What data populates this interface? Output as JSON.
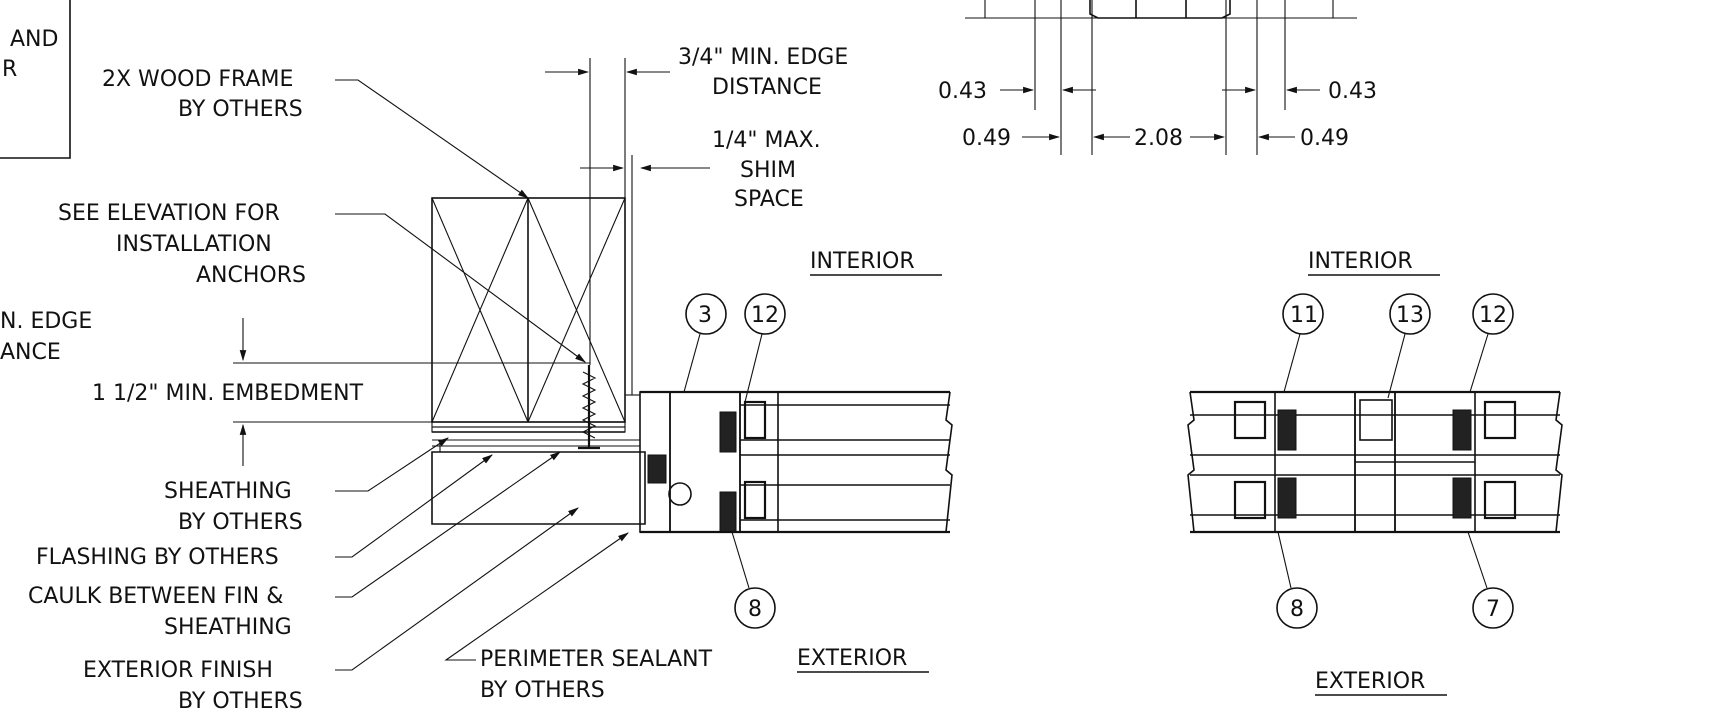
{
  "left_detail": {
    "notes": {
      "corner_top": "AND",
      "corner_top_2": "R",
      "wood_frame": [
        "2X WOOD FRAME",
        "BY OTHERS"
      ],
      "edge_distance": [
        "3/4\" MIN. EDGE",
        "DISTANCE"
      ],
      "shim_space": [
        "1/4\" MAX.",
        "SHIM",
        "SPACE"
      ],
      "see_elevation": [
        "SEE ELEVATION FOR",
        "INSTALLATION",
        "ANCHORS"
      ],
      "partial_edge": [
        "N. EDGE",
        "ANCE"
      ],
      "embedment": "1 1/2\" MIN. EMBEDMENT",
      "sheathing": [
        "SHEATHING",
        "BY OTHERS"
      ],
      "flashing": "FLASHING BY OTHERS",
      "caulk": [
        "CAULK BETWEEN FIN &",
        "SHEATHING"
      ],
      "exterior_finish": [
        "EXTERIOR FINISH",
        "BY OTHERS"
      ],
      "perimeter_sealant": [
        "PERIMETER SEALANT",
        "BY OTHERS"
      ]
    },
    "interior_label": "INTERIOR",
    "exterior_label": "EXTERIOR",
    "callouts": [
      "3",
      "12",
      "8"
    ]
  },
  "right_detail": {
    "dimensions": {
      "left_inner": "0.43",
      "left_outer": "0.49",
      "center": "2.08",
      "right_inner": "0.43",
      "right_outer": "0.49"
    },
    "interior_label": "INTERIOR",
    "exterior_label": "EXTERIOR",
    "callouts": [
      "11",
      "13",
      "12",
      "8",
      "7"
    ]
  }
}
